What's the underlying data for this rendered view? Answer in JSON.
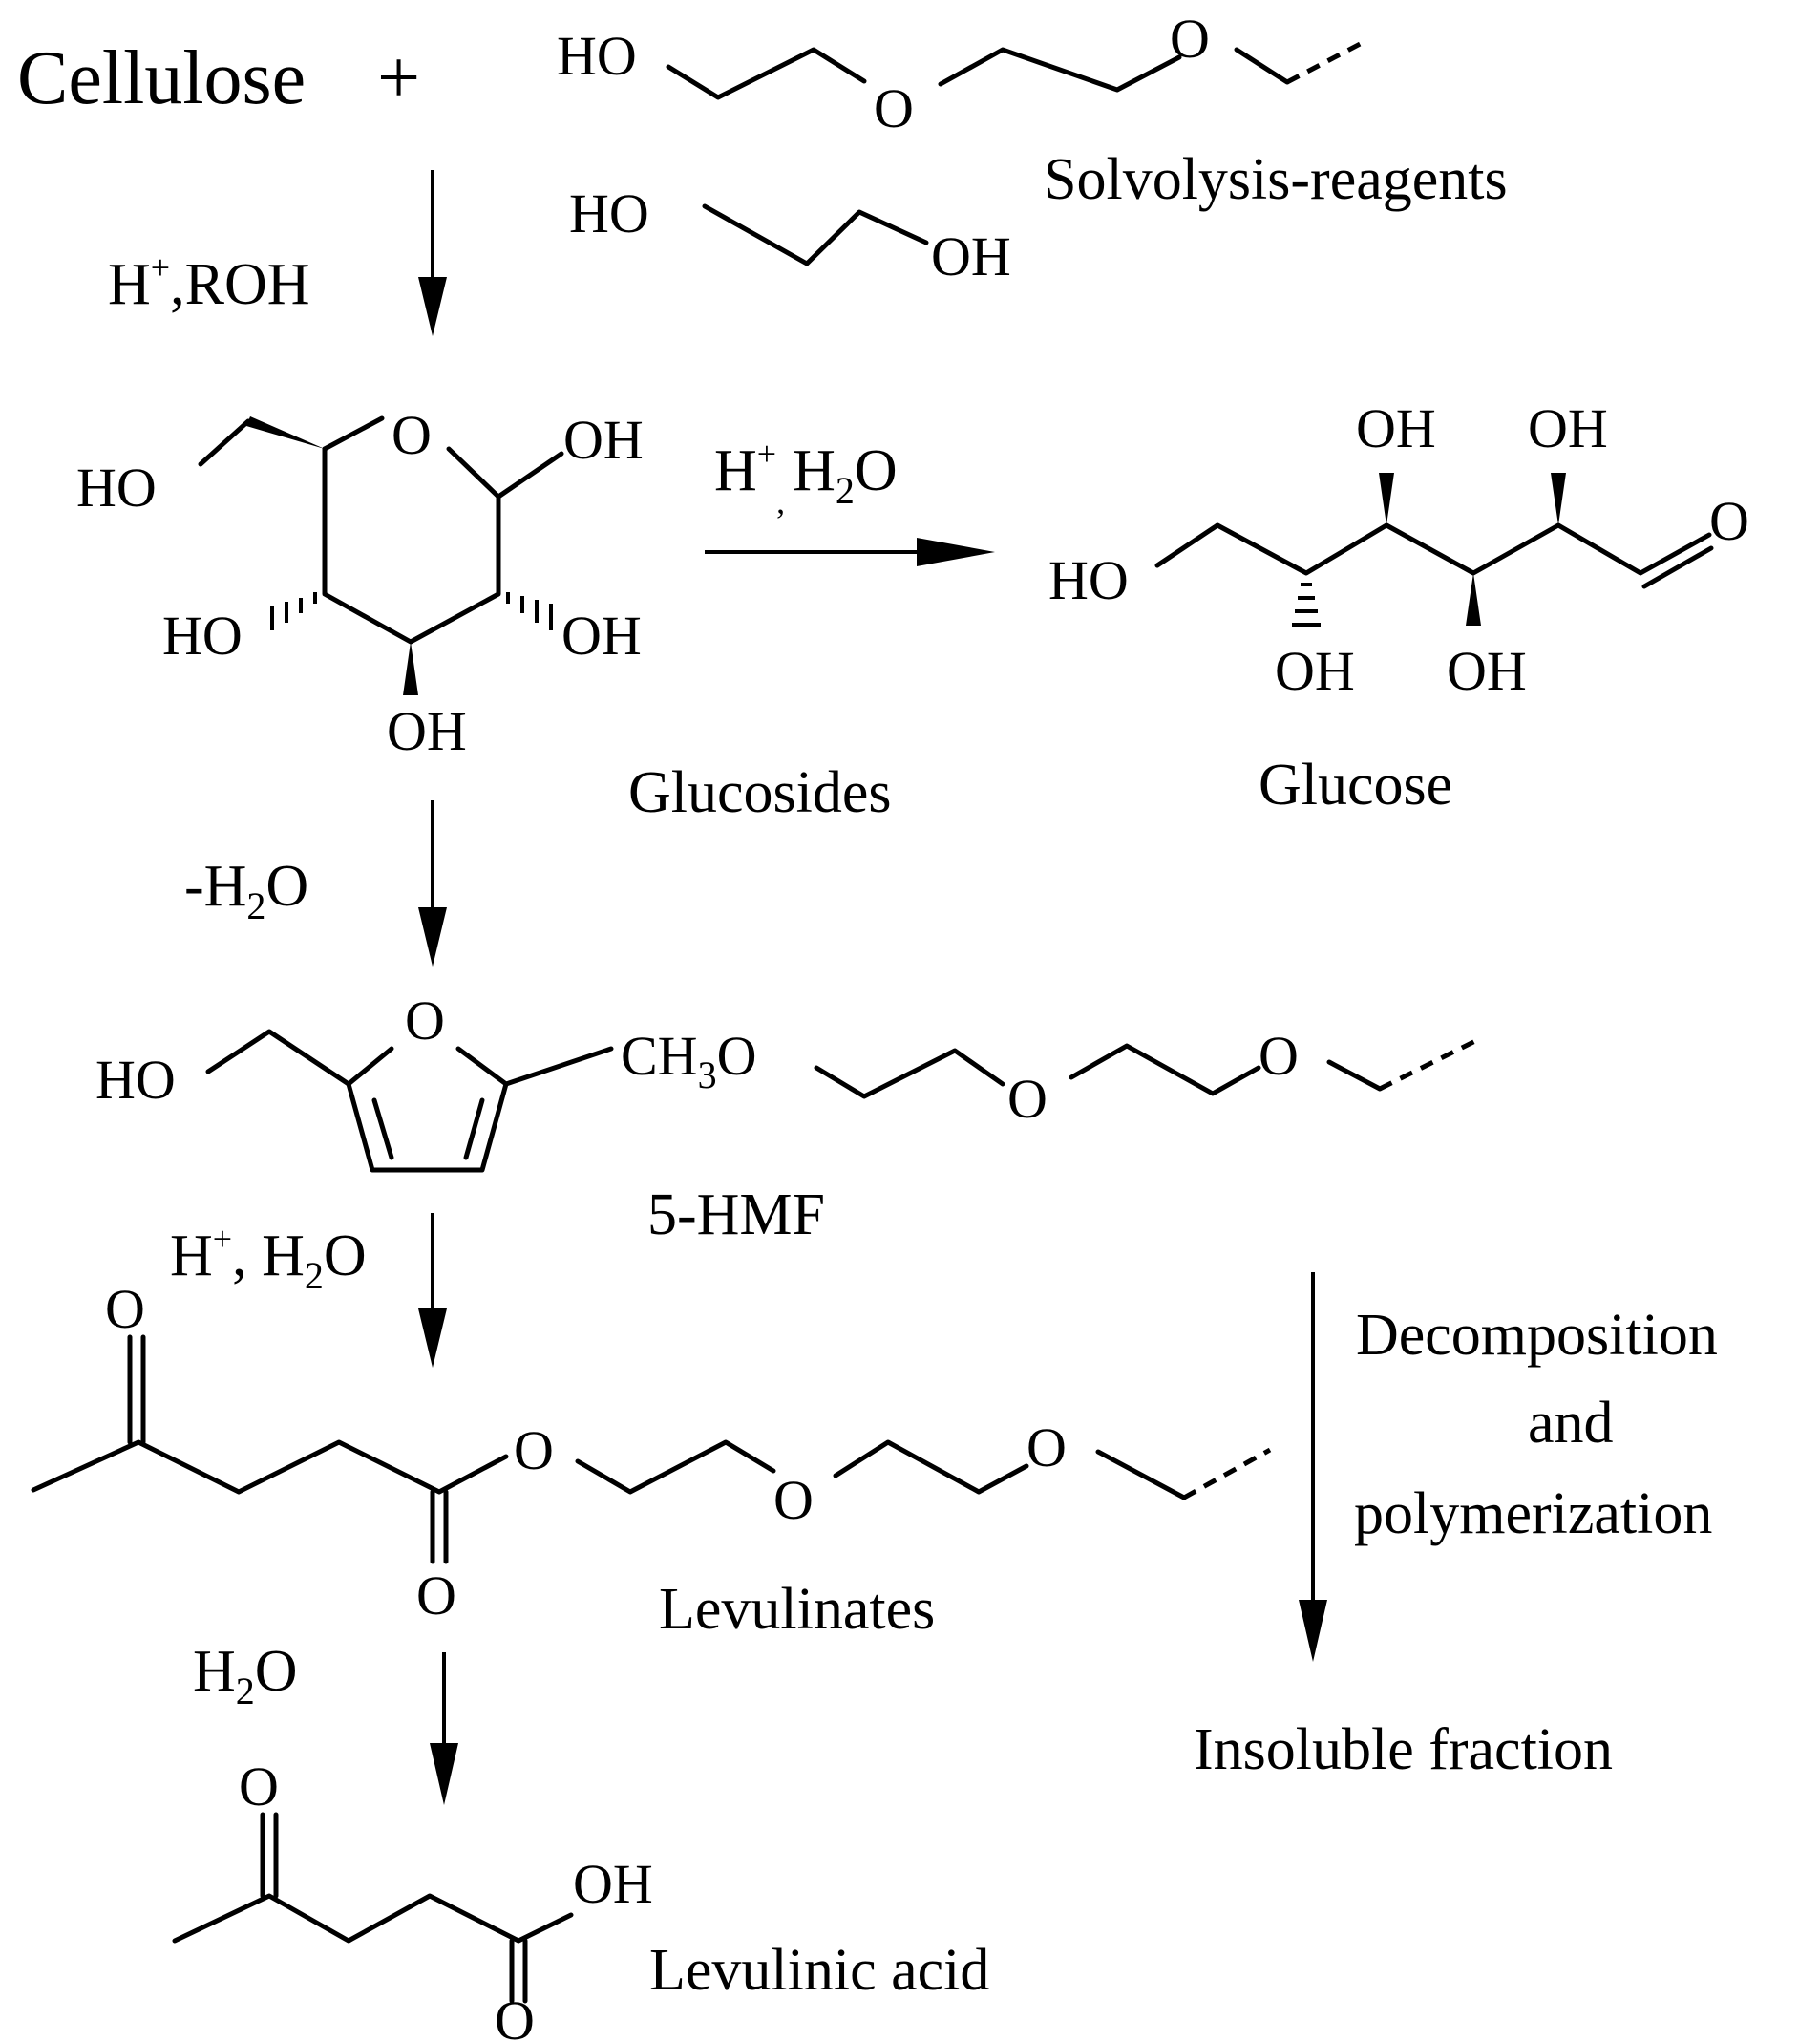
{
  "reactant": {
    "cellulose": "Cellulose",
    "plus": "+"
  },
  "reagents": {
    "caption": "Solvolysis-reagents"
  },
  "steps": {
    "step1_acid": "H",
    "step1_plus": "+",
    "step1_rest": ",ROH",
    "hydrolysis_acid": "H",
    "hydrolysis_plus": "+",
    "hydrolysis_comma": ",",
    "hydrolysis_water_h": "H",
    "hydrolysis_water_sub": "2",
    "hydrolysis_water_o": "O",
    "dehydration_minus_h": "-H",
    "dehydration_sub": "2",
    "dehydration_o": "O",
    "rehydration_acid": "H",
    "rehydration_plus": "+",
    "rehydration_rest": ", H",
    "rehydration_sub": "2",
    "rehydration_o": "O",
    "final_h": "H",
    "final_sub": "2",
    "final_o": "O",
    "side_line1": "Decomposition",
    "side_line2": "and",
    "side_line3": "polymerization"
  },
  "compounds": {
    "glucosides": "Glucosides",
    "glucose": "Glucose",
    "hmf": "5-HMF",
    "levulinates": "Levulinates",
    "insoluble": "Insoluble fraction",
    "levulinic_acid": "Levulinic acid"
  },
  "atoms": {
    "HO": "HO",
    "OH": "OH",
    "O": "O",
    "CH": "CH",
    "three": "3"
  }
}
